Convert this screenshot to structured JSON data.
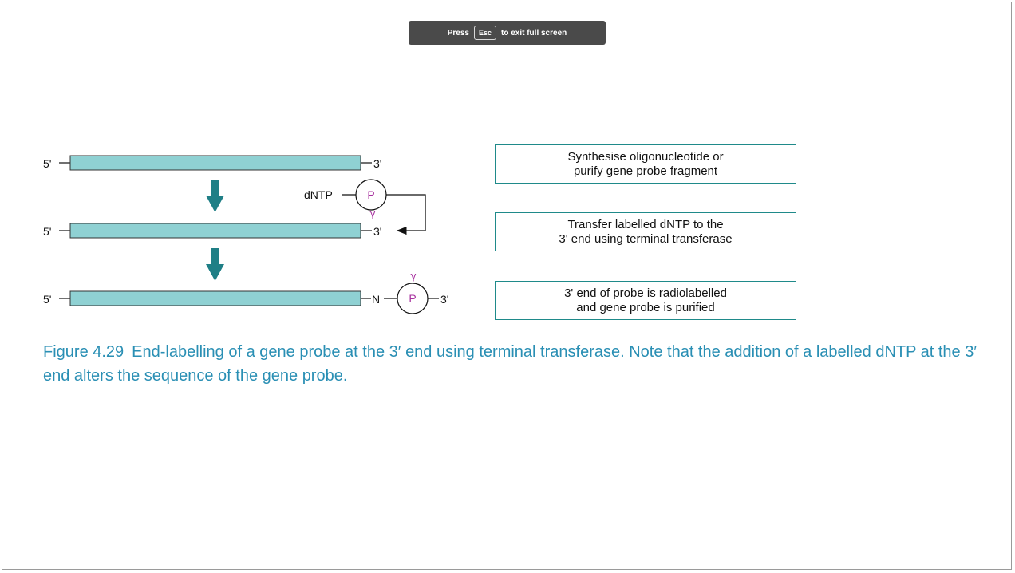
{
  "banner": {
    "press": "Press",
    "key": "Esc",
    "rest": "to exit full screen"
  },
  "diagram": {
    "strands": [
      {
        "five_prime": "5'",
        "three_prime": "3'"
      },
      {
        "five_prime": "5'",
        "three_prime": "3'"
      },
      {
        "five_prime": "5'",
        "three_prime": "3'",
        "terminal": "N"
      }
    ],
    "dntp_label": "dNTP",
    "phosphate_label": "P",
    "gamma_label": "γ",
    "steps": [
      "Synthesise oligonucleotide or\npurify gene probe fragment",
      "Transfer labelled dNTP to the\n3' end using terminal transferase",
      "3' end of probe is radiolabelled\nand gene probe is purified"
    ],
    "colors": {
      "strand_fill": "#8fd1d3",
      "arrow": "#1f7f86",
      "box_border": "#1f8a8a",
      "gamma": "#a8329f"
    }
  },
  "caption": {
    "figure_number": "Figure 4.29",
    "text": "End-labelling of a gene probe at the 3′ end using terminal transferase. Note that the addition of a labelled dNTP at the 3′ end alters the sequence of the gene probe."
  }
}
